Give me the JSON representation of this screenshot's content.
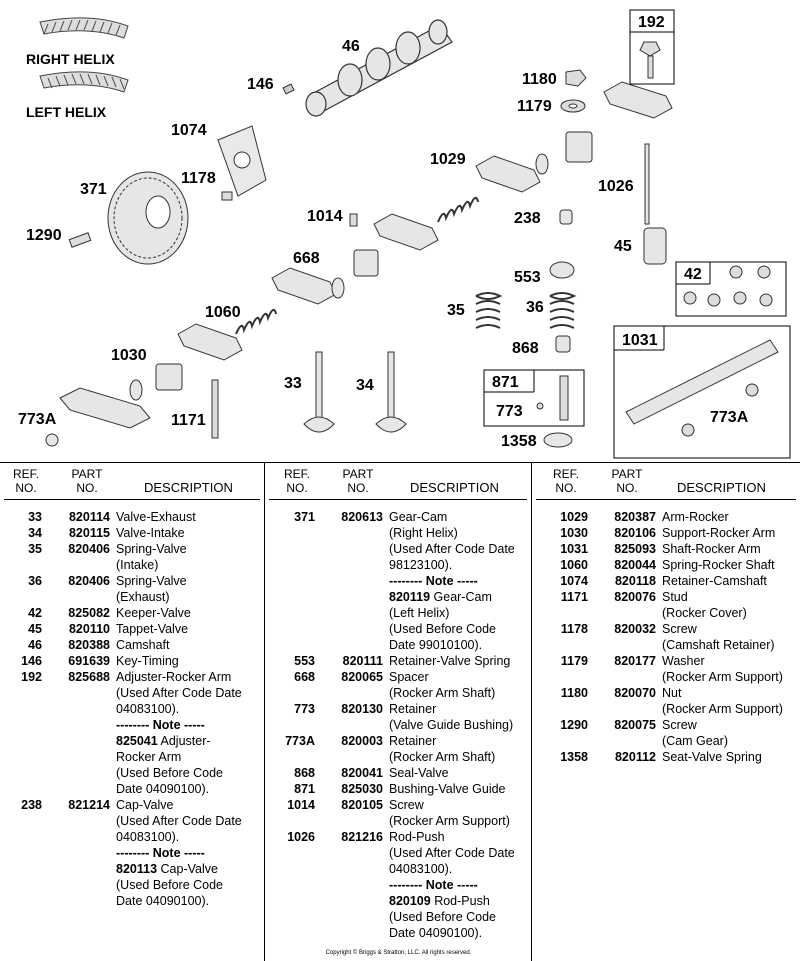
{
  "helix": {
    "right": "RIGHT HELIX",
    "left": "LEFT HELIX"
  },
  "callouts": [
    "46",
    "146",
    "192",
    "1180",
    "1179",
    "1074",
    "371",
    "1178",
    "1029",
    "1026",
    "1290",
    "1014",
    "238",
    "45",
    "668",
    "42",
    "553",
    "35",
    "36",
    "1060",
    "1031",
    "1030",
    "868",
    "871",
    "773",
    "33",
    "34",
    "773A",
    "1171",
    "773A",
    "1358"
  ],
  "headers": {
    "ref": [
      "REF.",
      "NO."
    ],
    "part": [
      "PART",
      "NO."
    ],
    "desc": "DESCRIPTION"
  },
  "columns": [
    [
      {
        "ref": "33",
        "part": "820114",
        "lines": [
          "Valve-Exhaust"
        ]
      },
      {
        "ref": "34",
        "part": "820115",
        "lines": [
          "Valve-Intake"
        ]
      },
      {
        "ref": "35",
        "part": "820406",
        "lines": [
          "Spring-Valve",
          "(Intake)"
        ]
      },
      {
        "ref": "36",
        "part": "820406",
        "lines": [
          "Spring-Valve",
          "(Exhaust)"
        ]
      },
      {
        "ref": "42",
        "part": "825082",
        "lines": [
          "Keeper-Valve"
        ]
      },
      {
        "ref": "45",
        "part": "820110",
        "lines": [
          "Tappet-Valve"
        ]
      },
      {
        "ref": "46",
        "part": "820388",
        "lines": [
          "Camshaft"
        ]
      },
      {
        "ref": "146",
        "part": "691639",
        "lines": [
          "Key-Timing"
        ]
      },
      {
        "ref": "192",
        "part": "825688",
        "lines": [
          "Adjuster-Rocker Arm",
          "(Used After Code Date",
          "04083100)."
        ],
        "note": "-------- Note -----",
        "notepart": "825041",
        "notelines": [
          "Adjuster-",
          "Rocker Arm",
          "(Used Before Code",
          "Date 04090100)."
        ]
      },
      {
        "ref": "238",
        "part": "821214",
        "lines": [
          "Cap-Valve",
          "(Used After Code Date",
          "04083100)."
        ],
        "note": "-------- Note -----",
        "notepart": "820113",
        "notelines": [
          "Cap-Valve",
          "(Used Before Code",
          "Date 04090100)."
        ]
      }
    ],
    [
      {
        "ref": "371",
        "part": "820613",
        "lines": [
          "Gear-Cam",
          "(Right Helix)",
          "(Used After Code Date",
          "98123100)."
        ],
        "note": "-------- Note -----",
        "notepart": "820119",
        "notelines": [
          "Gear-Cam",
          "(Left Helix)",
          "(Used Before Code",
          "Date 99010100)."
        ]
      },
      {
        "ref": "553",
        "part": "820111",
        "lines": [
          "Retainer-Valve Spring"
        ]
      },
      {
        "ref": "668",
        "part": "820065",
        "lines": [
          "Spacer",
          "(Rocker Arm Shaft)"
        ]
      },
      {
        "ref": "773",
        "part": "820130",
        "lines": [
          "Retainer",
          "(Valve Guide Bushing)"
        ]
      },
      {
        "ref": "773A",
        "part": "820003",
        "lines": [
          "Retainer",
          "(Rocker Arm Shaft)"
        ]
      },
      {
        "ref": "868",
        "part": "820041",
        "lines": [
          "Seal-Valve"
        ]
      },
      {
        "ref": "871",
        "part": "825030",
        "lines": [
          "Bushing-Valve Guide"
        ]
      },
      {
        "ref": "1014",
        "part": "820105",
        "lines": [
          "Screw",
          "(Rocker Arm Support)"
        ]
      },
      {
        "ref": "1026",
        "part": "821216",
        "lines": [
          "Rod-Push",
          "(Used After Code Date",
          "04083100)."
        ],
        "note": "-------- Note -----",
        "notepart": "820109",
        "notelines": [
          "Rod-Push",
          "(Used Before Code",
          "Date 04090100)."
        ]
      }
    ],
    [
      {
        "ref": "1029",
        "part": "820387",
        "lines": [
          "Arm-Rocker"
        ]
      },
      {
        "ref": "1030",
        "part": "820106",
        "lines": [
          "Support-Rocker Arm"
        ]
      },
      {
        "ref": "1031",
        "part": "825093",
        "lines": [
          "Shaft-Rocker Arm"
        ]
      },
      {
        "ref": "1060",
        "part": "820044",
        "lines": [
          "Spring-Rocker Shaft"
        ]
      },
      {
        "ref": "1074",
        "part": "820118",
        "lines": [
          "Retainer-Camshaft"
        ]
      },
      {
        "ref": "1171",
        "part": "820076",
        "lines": [
          "Stud",
          "(Rocker Cover)"
        ]
      },
      {
        "ref": "1178",
        "part": "820032",
        "lines": [
          "Screw",
          "(Camshaft  Retainer)"
        ]
      },
      {
        "ref": "1179",
        "part": "820177",
        "lines": [
          "Washer",
          "(Rocker Arm Support)"
        ]
      },
      {
        "ref": "1180",
        "part": "820070",
        "lines": [
          "Nut",
          "(Rocker Arm Support)"
        ]
      },
      {
        "ref": "1290",
        "part": "820075",
        "lines": [
          "Screw",
          "(Cam Gear)"
        ]
      },
      {
        "ref": "1358",
        "part": "820112",
        "lines": [
          "Seat-Valve Spring"
        ]
      }
    ]
  ],
  "copyright": "Copyright © Briggs & Stratton, LLC. All rights reserved."
}
